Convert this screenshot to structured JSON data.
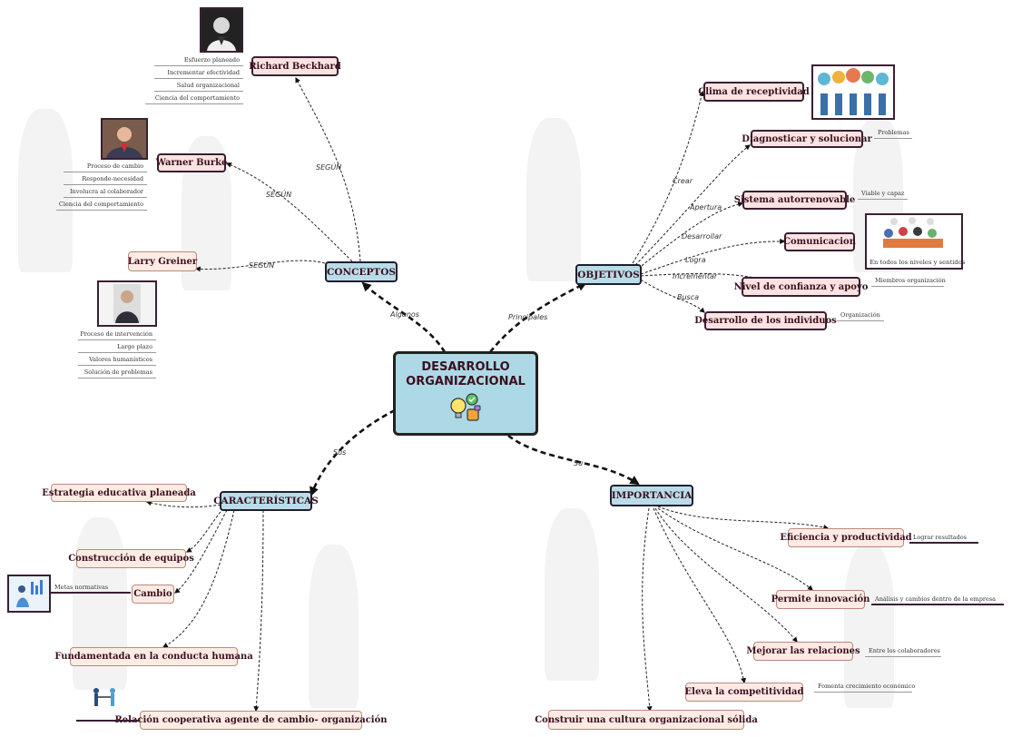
{
  "center": {
    "title_line1": "DESARROLLO",
    "title_line2": "ORGANIZACIONAL"
  },
  "branches": {
    "conceptos": {
      "label": "CONCEPTOS",
      "edge_label": "Algunos"
    },
    "objetivos": {
      "label": "OBJETIVOS",
      "edge_label": "Principales"
    },
    "caracteristicas": {
      "label": "CARACTERÍSTICAS",
      "edge_label": "Sus"
    },
    "importancia": {
      "label": "IMPORTANCIA",
      "edge_label": "Su"
    }
  },
  "conceptos": {
    "beckhard": {
      "label": "Richard Beckhard",
      "edge_label": "SEGÚN",
      "items": [
        "Esfuerzo planeado",
        "Incrementar efectividad",
        "Salud organizacional",
        "Ciencia del comportamiento"
      ]
    },
    "burke": {
      "label": "Warner Burke",
      "edge_label": "SEGÚN",
      "items": [
        "Proceso de cambio",
        "Responde-necesidad",
        "Involucra al colaborador",
        "Ciencia del comportamiento"
      ]
    },
    "greiner": {
      "label": "Larry Greiner",
      "edge_label": "SEGÚN",
      "items": [
        "Proceso de intervención",
        "Largo plazo",
        "Valores humanísticos",
        "Solución de problemas"
      ]
    }
  },
  "objetivos": {
    "clima": {
      "label": "Clima de receptividad",
      "edge_label": "Crear"
    },
    "diagnosticar": {
      "label": "Diagnosticar y solucionar",
      "edge_label": "Apertura",
      "note": "Problemas"
    },
    "sistema": {
      "label": "Sistema autorrenovable",
      "edge_label": "Desarrollar",
      "note": "Viable y capaz"
    },
    "comunicacion": {
      "label": "Comunicacion",
      "edge_label": "Logra",
      "note": "En todos los niveles y sentidos"
    },
    "confianza": {
      "label": "Nivel de confianza y apoyo",
      "edge_label": "Incrementar",
      "note": "Miembros organización"
    },
    "desarrollo": {
      "label": "Desarrollo de los individuos",
      "edge_label": "Busca",
      "note": "Organización"
    }
  },
  "caracteristicas": {
    "estrategia": {
      "label": "Estrategia educativa planeada"
    },
    "equipos": {
      "label": "Construcción de equipos"
    },
    "cambio": {
      "label": "Cambio",
      "note": "Metas normativas"
    },
    "conducta": {
      "label": "Fundamentada  en la conducta humana"
    },
    "relacion": {
      "label": "Relación cooperativa agente de cambio- organización"
    }
  },
  "importancia": {
    "eficiencia": {
      "label": "Eficiencia y productividad",
      "note": "Lograr resultados"
    },
    "innovacion": {
      "label": "Permite innovación",
      "note": "Análisis y cambios dentro de la empresa"
    },
    "relaciones": {
      "label": "Mejorar las relaciones",
      "note": "Entre los colaboradores"
    },
    "competitividad": {
      "label": "Eleva la competitividad",
      "note": "Fomenta crecimiento económico"
    },
    "cultura": {
      "label": "Construir una cultura organizacional sólida"
    }
  },
  "colors": {
    "node_fill": "#fbe3e2",
    "branch_fill": "#b9dde8",
    "center_fill": "#add9e6",
    "border": "#3a1f33"
  }
}
